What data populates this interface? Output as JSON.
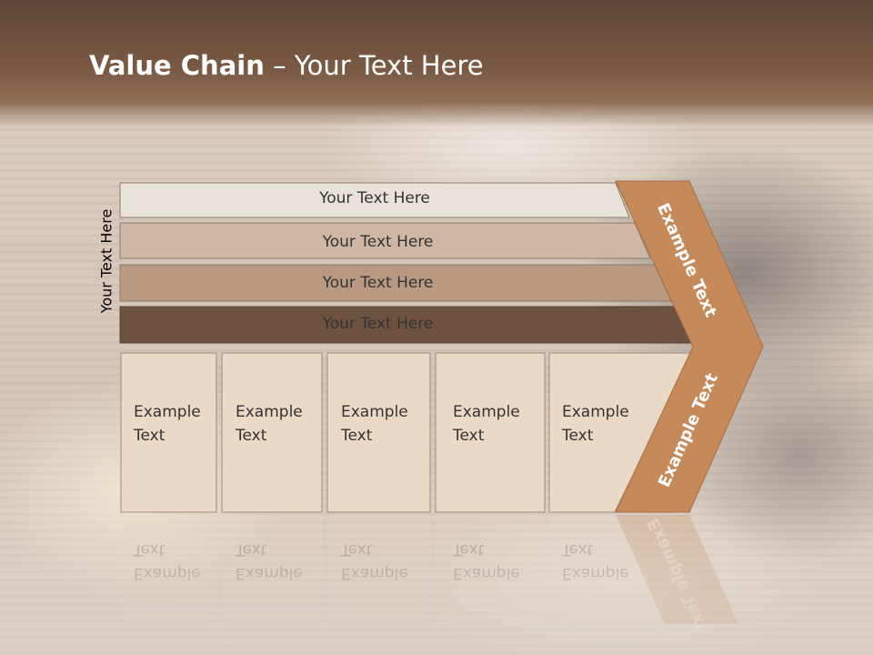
{
  "slide": {
    "title_bold": "Value Chain",
    "title_rest": " – Your Text Here",
    "side_label": "Your Text Here"
  },
  "rows": [
    {
      "label": "Your Text Here",
      "color": "#e9e2db"
    },
    {
      "label": "Your Text Here",
      "color": "#cfb6a5"
    },
    {
      "label": "Your Text Here",
      "color": "#b99981"
    },
    {
      "label": "Your Text Here",
      "color": "#6e5240"
    }
  ],
  "boxes": [
    {
      "line1": "Example",
      "line2": "Text"
    },
    {
      "line1": "Example",
      "line2": "Text"
    },
    {
      "line1": "Example",
      "line2": "Text"
    },
    {
      "line1": "Example",
      "line2": "Text"
    },
    {
      "line1": "Example",
      "line2": "Text"
    }
  ],
  "chevron": {
    "upper_text": "Example Text",
    "lower_text": "Example Text",
    "color": "#c68a5a"
  },
  "colors": {
    "header": "#6b4f3c",
    "box_fill": "#ead9c6",
    "text": "#333333"
  }
}
